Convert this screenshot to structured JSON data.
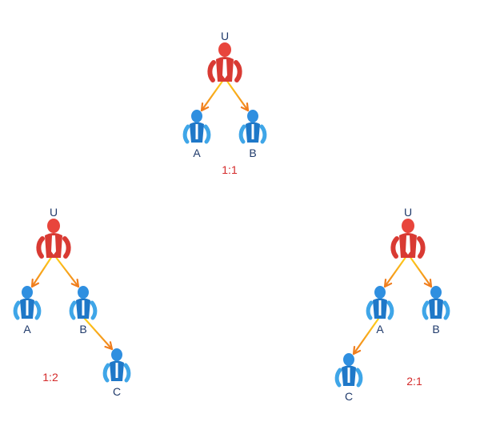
{
  "colors": {
    "root_body": "#d93a33",
    "root_head": "#e8453c",
    "tie": "#ffffff",
    "child_body": "#1f78c8",
    "child_head": "#2f8fe0",
    "child_arm": "#3fa6e8",
    "edge_start": "#ffd21a",
    "edge_end": "#f07d1e",
    "ratio_text": "#d42a2a"
  },
  "diagrams": [
    {
      "ratio": "1:1",
      "nodes": [
        {
          "label": "U",
          "role": "root"
        },
        {
          "label": "A",
          "role": "child"
        },
        {
          "label": "B",
          "role": "child"
        }
      ]
    },
    {
      "ratio": "1:2",
      "nodes": [
        {
          "label": "U",
          "role": "root"
        },
        {
          "label": "A",
          "role": "child"
        },
        {
          "label": "B",
          "role": "child"
        },
        {
          "label": "C",
          "role": "child"
        }
      ]
    },
    {
      "ratio": "2:1",
      "nodes": [
        {
          "label": "U",
          "role": "root"
        },
        {
          "label": "A",
          "role": "child"
        },
        {
          "label": "B",
          "role": "child"
        },
        {
          "label": "C",
          "role": "child"
        }
      ]
    }
  ]
}
